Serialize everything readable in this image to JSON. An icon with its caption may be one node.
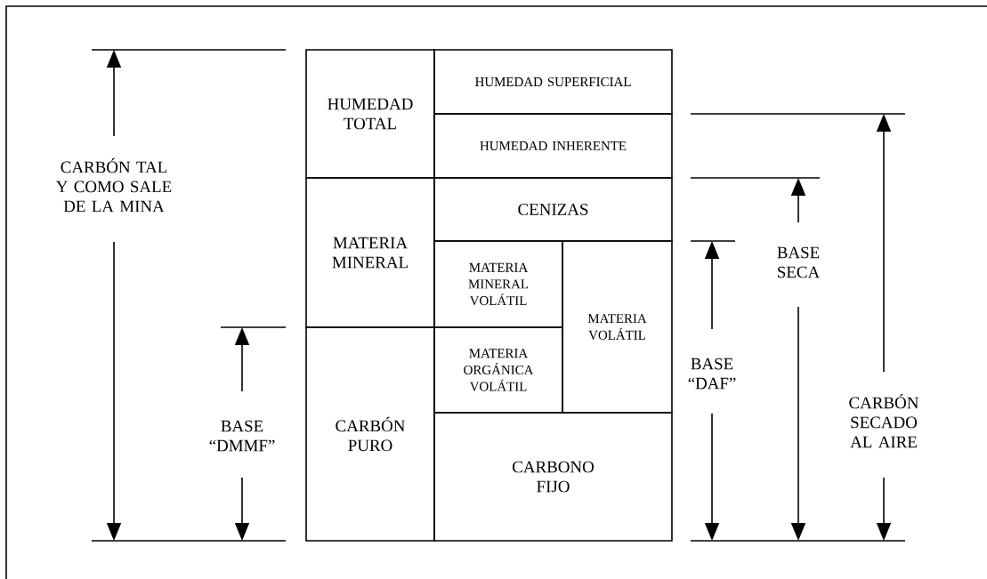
{
  "diagram": {
    "nodes": [
      {
        "text": [
          "HUMEDAD TOTAL"
        ]
      },
      {
        "text": [
          "HUMEDAD SUPERFICIAL"
        ]
      },
      {
        "text": [
          "HUMEDAD INHERENTE"
        ]
      },
      {
        "text": [
          "MATERIA MINERAL"
        ]
      },
      {
        "text": [
          "CENIZAS"
        ]
      },
      {
        "text": [
          "MATERIA MINERAL VOLÁTIL"
        ]
      },
      {
        "text": [
          "MATERIA VOLÁTIL"
        ]
      },
      {
        "text": [
          "CARBÓN PURO"
        ]
      },
      {
        "text": [
          "MATERIA ORGÁNICA VOLÁTIL"
        ]
      },
      {
        "text": [
          "CARBONO FIJO"
        ]
      }
    ],
    "labels": [
      "CARBÓN TAL Y COMO SALE DE LA MINA",
      "BASE “DMMF”",
      "BASE “DAF”",
      "BASE SECA",
      "CARBÓN SECADO AL AIRE"
    ]
  }
}
